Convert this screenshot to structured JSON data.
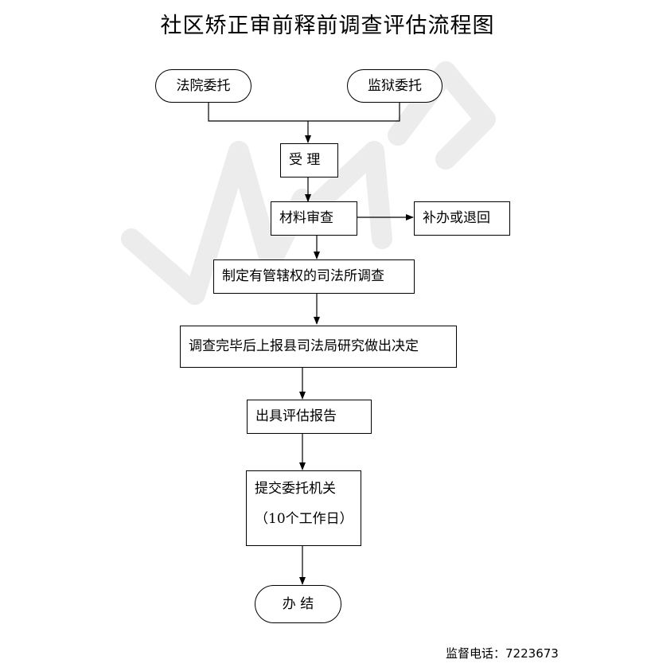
{
  "title": "社区矫正审前释前调查评估流程图",
  "nodes": {
    "court": "法院委托",
    "prison": "监狱委托",
    "accept": "受  理",
    "review": "材料审查",
    "supplement": "补办或退回",
    "assign": "制定有管辖权的司法所调查",
    "report_up": "调查完毕后上报县司法局研究做出决定",
    "issue": "出具评估报告",
    "submit_line1": "提交委托机关",
    "submit_line2": "（10个工作日）",
    "close": "办   结"
  },
  "hotline": {
    "label": "监督电话：",
    "number": "7223673"
  }
}
